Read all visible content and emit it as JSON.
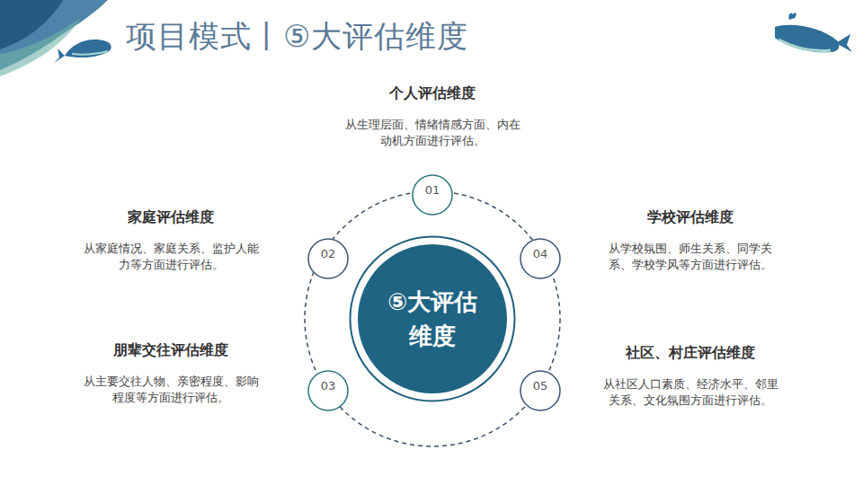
{
  "diagram": {
    "title": "项目模式丨⑤大评估维度",
    "nodes": [
      {
        "text": [
          "⑤大评估维度"
        ]
      },
      {
        "text": [
          "01"
        ]
      },
      {
        "text": [
          "02"
        ]
      },
      {
        "text": [
          "03"
        ]
      },
      {
        "text": [
          "04"
        ]
      },
      {
        "text": [
          "05"
        ]
      }
    ],
    "labels": [
      "个人评估维度",
      "从生理层面、情绪情感方面、内在动机方面进行评估。",
      "家庭评估维度",
      "从家庭情况、家庭关系、监护人能力等方面进行评估。",
      "学校评估维度",
      "从学校氛围、师生关系、同学关系、学校学风等方面进行评估。",
      "朋辈交往评估维度",
      "从主要交往人物、亲密程度、影响程度等方面进行评估。",
      "社区、村庄评估维度",
      "从社区人口素质、经济水平、邻里关系、文化氛围方面进行评估。"
    ]
  }
}
